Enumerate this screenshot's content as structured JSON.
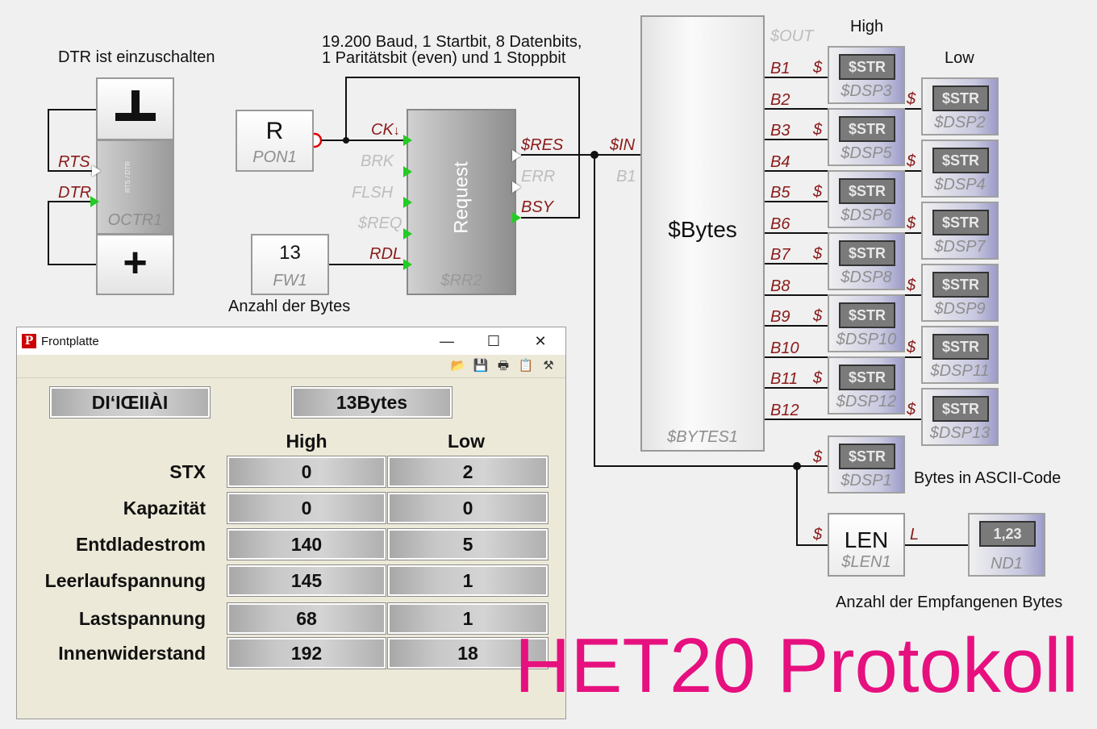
{
  "diagram": {
    "caption_dtr": "DTR ist einzuschalten",
    "caption_baud": "19.200 Baud, 1 Startbit, 8 Datenbits,",
    "caption_baud2": "1 Paritätsbit (even) und 1 Stoppbit",
    "caption_anzahl": "Anzahl der Bytes",
    "caption_high": "High",
    "caption_low": "Low",
    "caption_ascii": "Bytes in ASCII-Code",
    "caption_empf": "Anzahl der Empfangenen Bytes",
    "octr": {
      "rts": "RTS",
      "dtr": "DTR",
      "side_text": "RTS / DTR",
      "name": "OCTR1",
      "top_symbol": "┻",
      "bottom_symbol": "+"
    },
    "pon": {
      "label": "R",
      "name": "PON1"
    },
    "fw": {
      "value": "13",
      "name": "FW1"
    },
    "request": {
      "title": "Request",
      "name": "$RR2",
      "ck": "CK",
      "brk": "BRK",
      "flsh": "FLSH",
      "req": "$REQ",
      "rdl": "RDL",
      "res": "$RES",
      "err": "ERR",
      "bsy": "BSY"
    },
    "bytes": {
      "title": "$Bytes",
      "name": "$BYTES1",
      "in": "$IN",
      "b1_in": "B1",
      "out": "$OUT",
      "outputs": [
        "B1",
        "B2",
        "B3",
        "B4",
        "B5",
        "B6",
        "B7",
        "B8",
        "B9",
        "B10",
        "B11",
        "B12"
      ]
    },
    "str_label": "$STR",
    "dollar": "$",
    "high_displays": [
      "$DSP3",
      "$DSP5",
      "$DSP6",
      "$DSP8",
      "$DSP10",
      "$DSP12"
    ],
    "low_displays": [
      "$DSP2",
      "$DSP4",
      "$DSP7",
      "$DSP9",
      "$DSP11",
      "$DSP13"
    ],
    "ascii_display": "$DSP1",
    "len": {
      "title": "LEN",
      "name": "$LEN1",
      "in": "$",
      "out": "L"
    },
    "nd": {
      "value": "1,23",
      "name": "ND1"
    }
  },
  "window": {
    "title": "Frontplatte",
    "controls": {
      "minimize": "—",
      "maximize": "☐",
      "close": "✕"
    },
    "tools": [
      "open-icon",
      "save-icon",
      "print-icon",
      "paste-icon",
      "tools-icon"
    ],
    "field_left": "D\u0000‘\u0000Œ\u0000\u0000À\u0000",
    "field_left_display": "DI‘IŒIIÀI",
    "field_right": "13Bytes",
    "col_high": "High",
    "col_low": "Low",
    "rows": [
      {
        "label": "STX",
        "high": "0",
        "low": "2"
      },
      {
        "label": "Kapazität",
        "high": "0",
        "low": "0"
      },
      {
        "label": "Entdladestrom",
        "high": "140",
        "low": "5"
      },
      {
        "label": "Leerlaufspannung",
        "high": "145",
        "low": "1"
      },
      {
        "label": "Lastspannung",
        "high": "68",
        "low": "1"
      },
      {
        "label": "Innenwiderstand",
        "high": "192",
        "low": "18"
      }
    ]
  },
  "overlay_title": "HET20 Protokoll",
  "colors": {
    "signal_label": "#8b1a1a",
    "pin_green": "#22cc22",
    "overlay": "#e6107f"
  }
}
